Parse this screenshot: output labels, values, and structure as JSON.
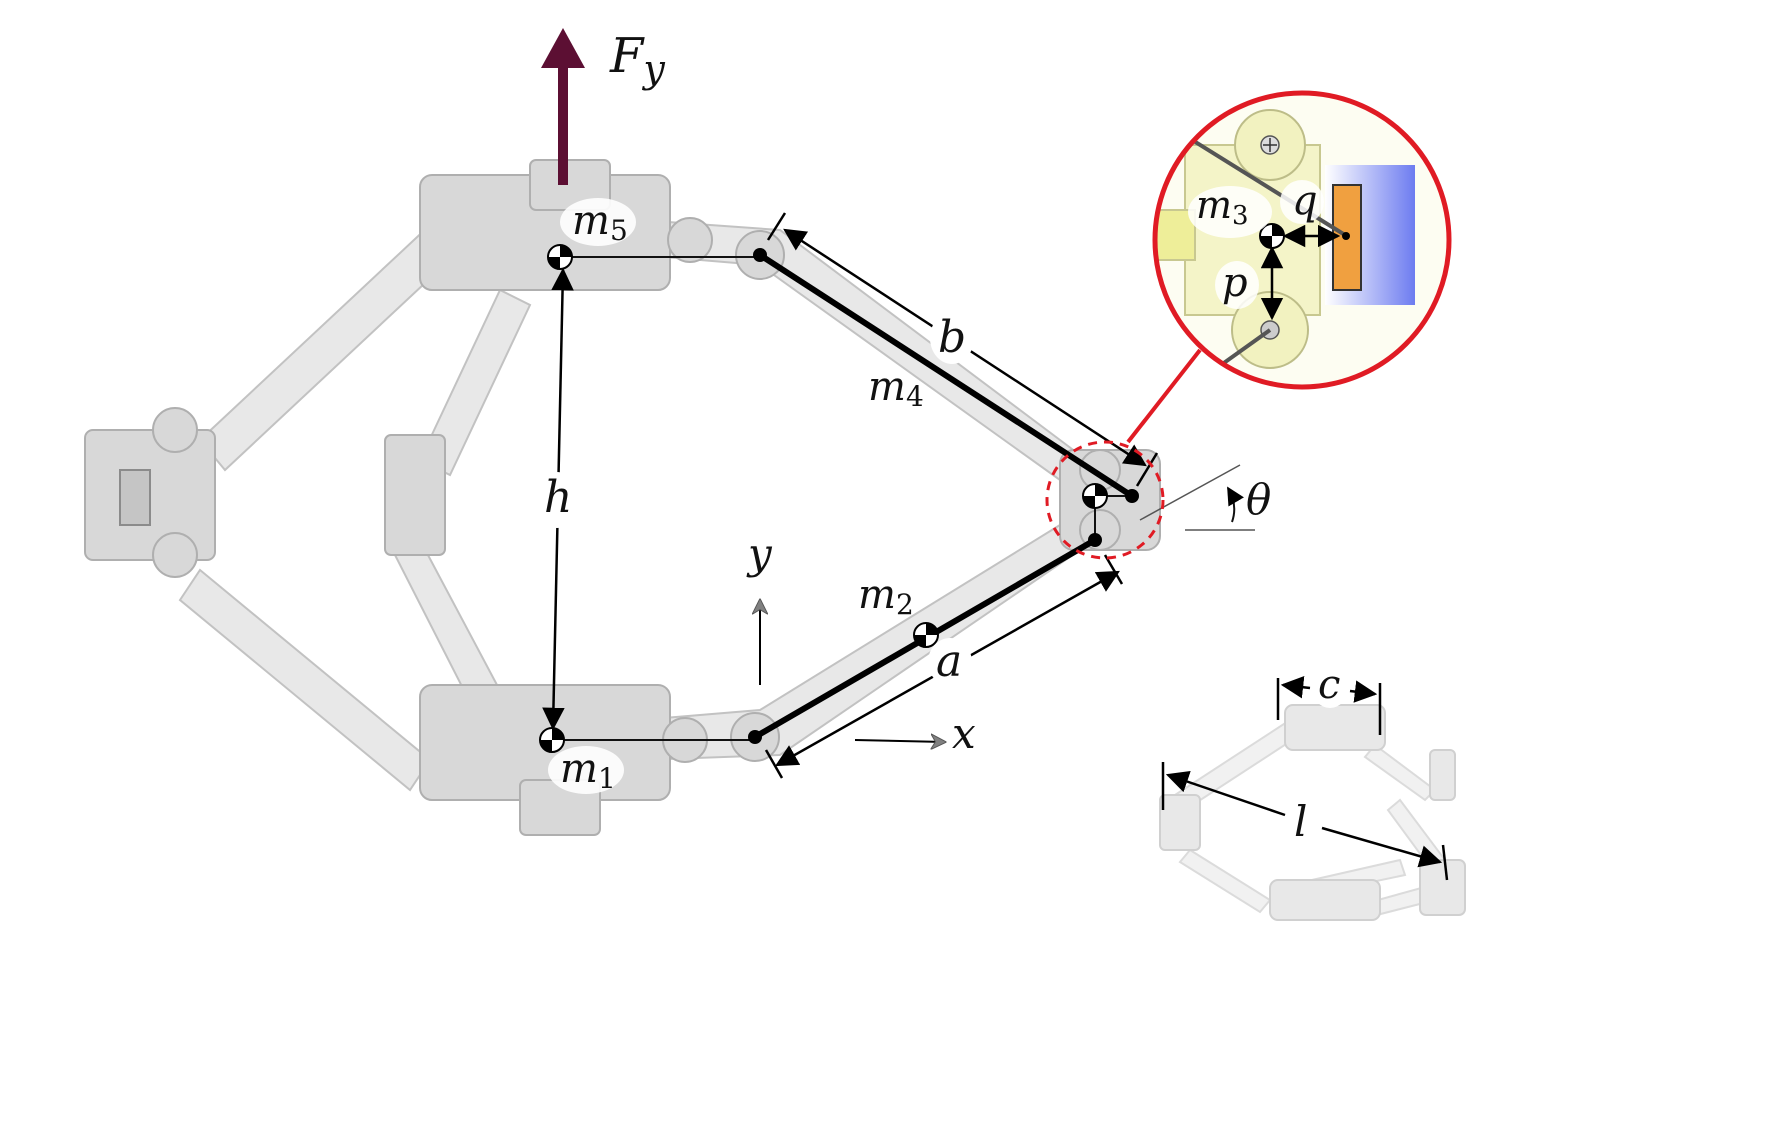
{
  "labels": {
    "force": "F",
    "force_sub": "y",
    "m1": "m",
    "m1_sub": "1",
    "m2": "m",
    "m2_sub": "2",
    "m3": "m",
    "m3_sub": "3",
    "m4": "m",
    "m4_sub": "4",
    "m5": "m",
    "m5_sub": "5",
    "a": "a",
    "b": "b",
    "c": "c",
    "h": "h",
    "l": "l",
    "p": "p",
    "q": "q",
    "x": "x",
    "y": "y",
    "theta": "θ"
  },
  "colors": {
    "force_arrow": "#5c0f33",
    "inset_ring": "#e01b24",
    "dashed_circle": "#e01b24",
    "axis_arrowhead": "#808080",
    "inset_actuator": "#f0a040",
    "inset_blue": "#6d7cf0",
    "inset_yellow": "#eeee99"
  }
}
